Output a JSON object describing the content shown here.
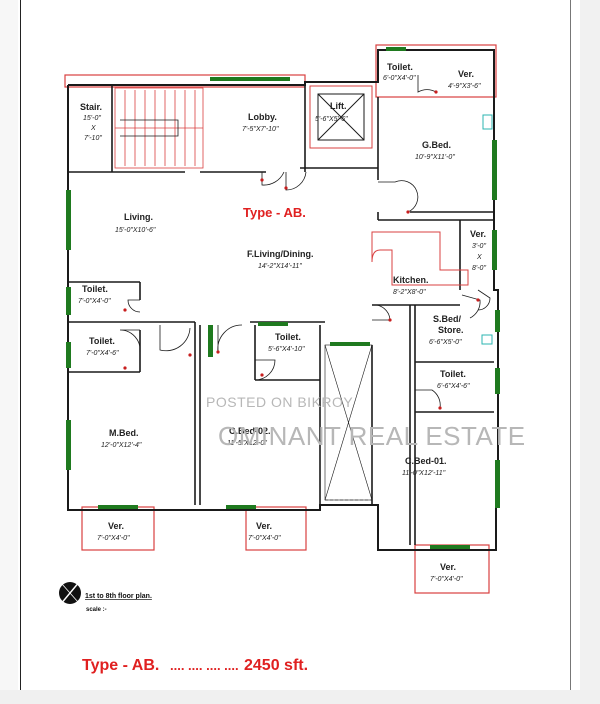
{
  "plan_title": "Type - AB.",
  "summary": {
    "type_label": "Type - AB.",
    "dots": ".... .... .... ....",
    "area": "2450 sft."
  },
  "plan_note": {
    "title": "1st to 8th floor plan.",
    "scale": "scale :-"
  },
  "watermarks": {
    "posted": "POSTED ON BIKROY",
    "company": "OMINANT REAL ESTATE"
  },
  "rooms": {
    "stair": {
      "name": "Stair.",
      "dim1": "15'-0\"",
      "x": "X",
      "dim2": "7'-10\""
    },
    "lobby": {
      "name": "Lobby.",
      "dim": "7'-5\"X7'-10\""
    },
    "lift": {
      "name": "Lift.",
      "dim": "5'-6\"X5'-6\""
    },
    "toilet_top": {
      "name": "Toilet.",
      "dim": "6'-0\"X4'-0\""
    },
    "ver_top": {
      "name": "Ver.",
      "dim": "4'-9\"X3'-6\""
    },
    "g_bed": {
      "name": "G.Bed.",
      "dim": "10'-9\"X11'-0\""
    },
    "living": {
      "name": "Living.",
      "dim": "15'-0\"X10'-6\""
    },
    "living_dining": {
      "name": "F.Living/Dining.",
      "dim": "14'-2\"X14'-11\""
    },
    "ver_right": {
      "name": "Ver.",
      "dim1": "3'-0\"",
      "x": "X",
      "dim2": "8'-0\""
    },
    "kitchen": {
      "name": "Kitchen.",
      "dim": "8'-2\"X8'-0\""
    },
    "toilet_left_upper": {
      "name": "Toilet.",
      "dim": "7'-0\"X4'-0\""
    },
    "toilet_left_lower": {
      "name": "Toilet.",
      "dim": "7'-0\"X4'-6\""
    },
    "toilet_mid": {
      "name": "Toilet.",
      "dim": "5'-6\"X4'-10\""
    },
    "s_bed": {
      "name": "S.Bed/",
      "name2": "Store.",
      "dim": "6'-6\"X5'-0\""
    },
    "toilet_right": {
      "name": "Toilet.",
      "dim": "6'-6\"X4'-6\""
    },
    "m_bed": {
      "name": "M.Bed.",
      "dim": "12'-0\"X12'-4\""
    },
    "c_bed_02": {
      "name": "C.Bed-02.",
      "dim": "11'-5\"X12'-0\""
    },
    "c_bed_01": {
      "name": "C.Bed-01.",
      "dim": "11'-0\"X12'-11\""
    },
    "ver_bl": {
      "name": "Ver.",
      "dim": "7'-0\"X4'-0\""
    },
    "ver_bm": {
      "name": "Ver.",
      "dim": "7'-0\"X4'-0\""
    },
    "ver_br": {
      "name": "Ver.",
      "dim": "7'-0\"X4'-0\""
    }
  },
  "colors": {
    "wall": "#1a1a1a",
    "window": "#1f7a1f",
    "balcony": "#d94040",
    "accent_text": "#e02020",
    "door": "#c81e1e",
    "watermark": "#b7b7b7"
  }
}
